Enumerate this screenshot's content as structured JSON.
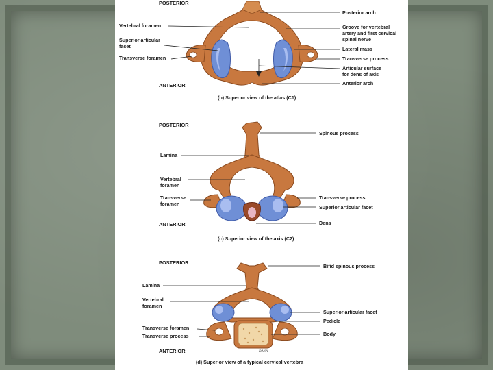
{
  "panels": {
    "atlas": {
      "posterior": "POSTERIOR",
      "anterior": "ANTERIOR",
      "caption": "(b) Superior view of the atlas (C1)",
      "left_labels": [
        "Vertebral foramen",
        "Superior articular",
        "facet",
        "Transverse foramen"
      ],
      "right_labels": [
        "Posterior arch",
        "Groove for vertebral",
        "artery and first cervical",
        "spinal nerve",
        "Lateral mass",
        "Transverse process",
        "Articular surface",
        "for dens of axis",
        "Anterior arch"
      ]
    },
    "axis": {
      "posterior": "POSTERIOR",
      "anterior": "ANTERIOR",
      "caption": "(c) Superior view of the axis (C2)",
      "left_labels": [
        "Lamina",
        "Vertebral",
        "foramen",
        "Transverse",
        "foramen"
      ],
      "right_labels": [
        "Spinous process",
        "Transverse process",
        "Superior articular facet",
        "Dens"
      ]
    },
    "cervical": {
      "posterior": "POSTERIOR",
      "anterior": "ANTERIOR",
      "caption": "(d) Superior view of a typical cervical vertebra",
      "left_labels": [
        "Lamina",
        "Vertebral",
        "foramen",
        "Transverse foramen",
        "Transverse process"
      ],
      "right_labels": [
        "Bifid spinous process",
        "Superior articular facet",
        "Pedicle",
        "Body"
      ]
    }
  }
}
